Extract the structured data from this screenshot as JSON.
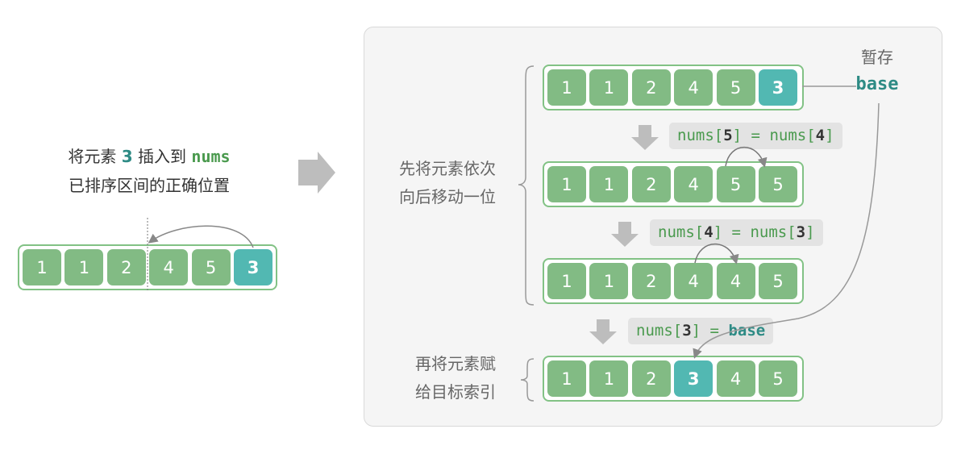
{
  "left": {
    "title_parts": [
      "将元素",
      "3",
      "插入到",
      "nums"
    ],
    "subtitle": "已排序区间的正确位置",
    "array": [
      1,
      1,
      2,
      4,
      5,
      3
    ],
    "highlight": 5
  },
  "right": {
    "label_shift": [
      "先将元素依次",
      "向后移动一位"
    ],
    "label_assign": [
      "再将元素赋",
      "给目标索引"
    ],
    "temp_label": "暂存",
    "base_label": "base",
    "arrays": [
      {
        "values": [
          1,
          1,
          2,
          4,
          5,
          3
        ],
        "highlight": 5
      },
      {
        "values": [
          1,
          1,
          2,
          4,
          5,
          5
        ],
        "highlight": -1
      },
      {
        "values": [
          1,
          1,
          2,
          4,
          4,
          5
        ],
        "highlight": -1
      },
      {
        "values": [
          1,
          1,
          2,
          3,
          4,
          5
        ],
        "highlight": 3
      }
    ],
    "codes": [
      {
        "lhs": "nums",
        "li": "5",
        "rhs": "nums",
        "ri": "4"
      },
      {
        "lhs": "nums",
        "li": "4",
        "rhs": "nums",
        "ri": "3"
      },
      {
        "lhs": "nums",
        "li": "3",
        "rhs": "base"
      }
    ]
  },
  "colors": {
    "cell": "#82bb84",
    "highlight": "#52b8b2",
    "border": "#82c285",
    "nums": "#4a9a4e",
    "base": "#2e8b85"
  }
}
